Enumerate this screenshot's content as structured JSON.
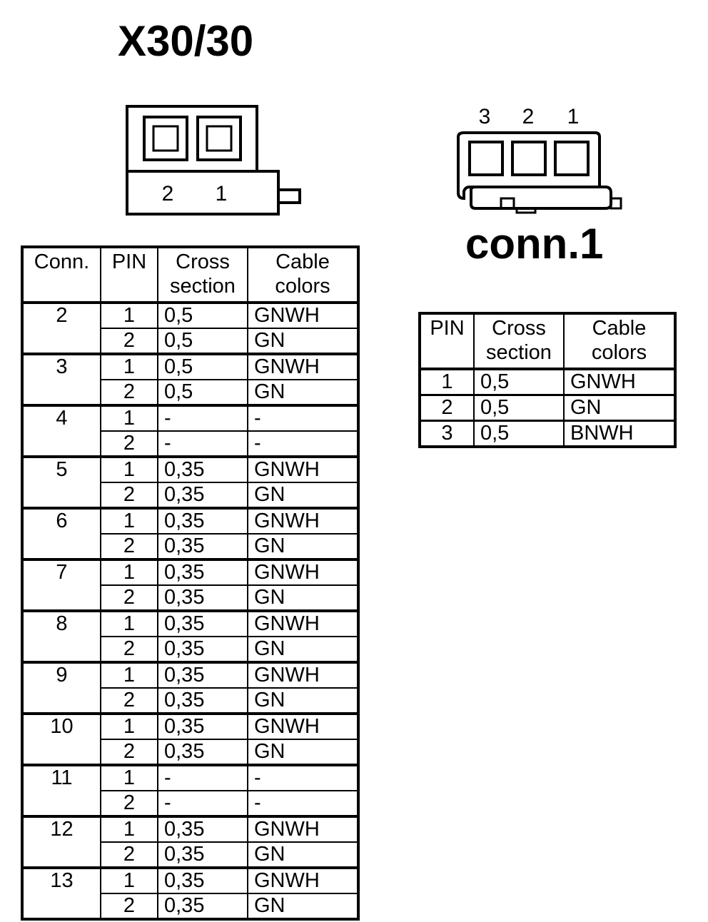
{
  "x30": {
    "title": "X30/30",
    "pin_labels": [
      "2",
      "1"
    ]
  },
  "conn1": {
    "title": "conn.1",
    "pin_labels": [
      "3",
      "2",
      "1"
    ]
  },
  "main_table": {
    "headers": [
      "Conn.",
      "PIN",
      "Cross section",
      "Cable colors"
    ],
    "groups": [
      {
        "conn": "2",
        "rows": [
          [
            "1",
            "0,5",
            "GNWH"
          ],
          [
            "2",
            "0,5",
            "GN"
          ]
        ]
      },
      {
        "conn": "3",
        "rows": [
          [
            "1",
            "0,5",
            "GNWH"
          ],
          [
            "2",
            "0,5",
            "GN"
          ]
        ]
      },
      {
        "conn": "4",
        "rows": [
          [
            "1",
            "-",
            "-"
          ],
          [
            "2",
            "-",
            "-"
          ]
        ]
      },
      {
        "conn": "5",
        "rows": [
          [
            "1",
            "0,35",
            "GNWH"
          ],
          [
            "2",
            "0,35",
            "GN"
          ]
        ]
      },
      {
        "conn": "6",
        "rows": [
          [
            "1",
            "0,35",
            "GNWH"
          ],
          [
            "2",
            "0,35",
            "GN"
          ]
        ]
      },
      {
        "conn": "7",
        "rows": [
          [
            "1",
            "0,35",
            "GNWH"
          ],
          [
            "2",
            "0,35",
            "GN"
          ]
        ]
      },
      {
        "conn": "8",
        "rows": [
          [
            "1",
            "0,35",
            "GNWH"
          ],
          [
            "2",
            "0,35",
            "GN"
          ]
        ]
      },
      {
        "conn": "9",
        "rows": [
          [
            "1",
            "0,35",
            "GNWH"
          ],
          [
            "2",
            "0,35",
            "GN"
          ]
        ]
      },
      {
        "conn": "10",
        "rows": [
          [
            "1",
            "0,35",
            "GNWH"
          ],
          [
            "2",
            "0,35",
            "GN"
          ]
        ]
      },
      {
        "conn": "11",
        "rows": [
          [
            "1",
            "-",
            "-"
          ],
          [
            "2",
            "-",
            "-"
          ]
        ]
      },
      {
        "conn": "12",
        "rows": [
          [
            "1",
            "0,35",
            "GNWH"
          ],
          [
            "2",
            "0,35",
            "GN"
          ]
        ]
      },
      {
        "conn": "13",
        "rows": [
          [
            "1",
            "0,35",
            "GNWH"
          ],
          [
            "2",
            "0,35",
            "GN"
          ]
        ]
      }
    ]
  },
  "conn1_table": {
    "headers": [
      "PIN",
      "Cross section",
      "Cable colors"
    ],
    "rows": [
      [
        "1",
        "0,5",
        "GNWH"
      ],
      [
        "2",
        "0,5",
        "GN"
      ],
      [
        "3",
        "0,5",
        "BNWH"
      ]
    ]
  }
}
